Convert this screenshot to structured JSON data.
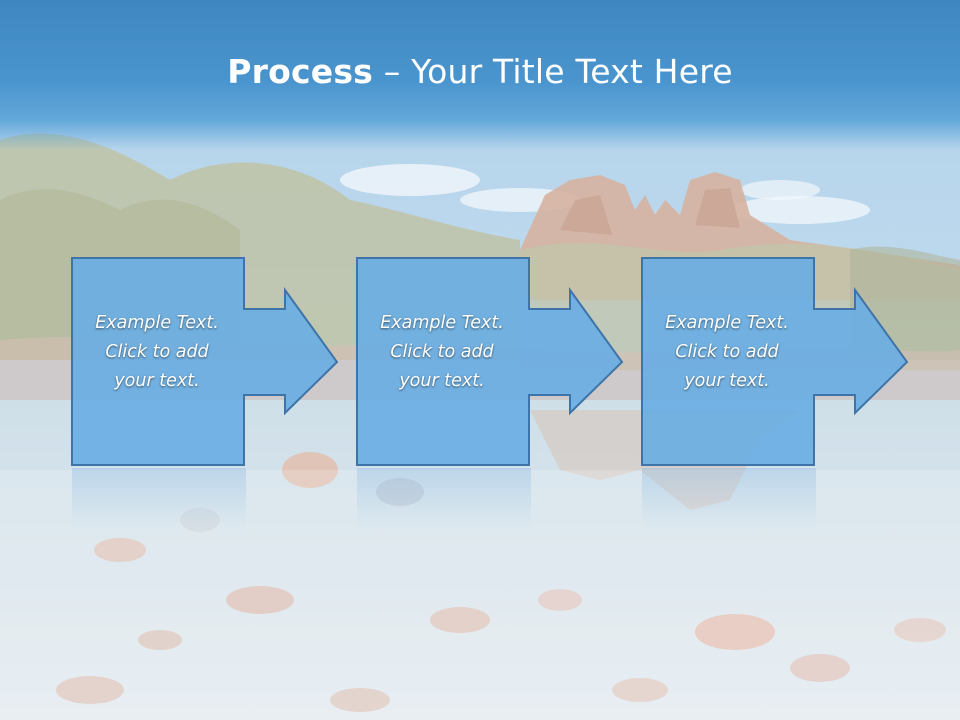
{
  "slide": {
    "title_bold": "Process",
    "title_rest": " – Your Title Text Here",
    "steps": [
      {
        "line1": "Example Text.",
        "line2": "Click  to add",
        "line3": "your text."
      },
      {
        "line1": "Example Text.",
        "line2": "Click  to add",
        "line3": "your text."
      },
      {
        "line1": "Example Text.",
        "line2": "Click  to add",
        "line3": "your text."
      }
    ]
  },
  "colors": {
    "title_band": "#4b95cf",
    "box_fill": "#6aaee3",
    "box_border": "#3f74a8",
    "title_text": "#ffffff"
  }
}
